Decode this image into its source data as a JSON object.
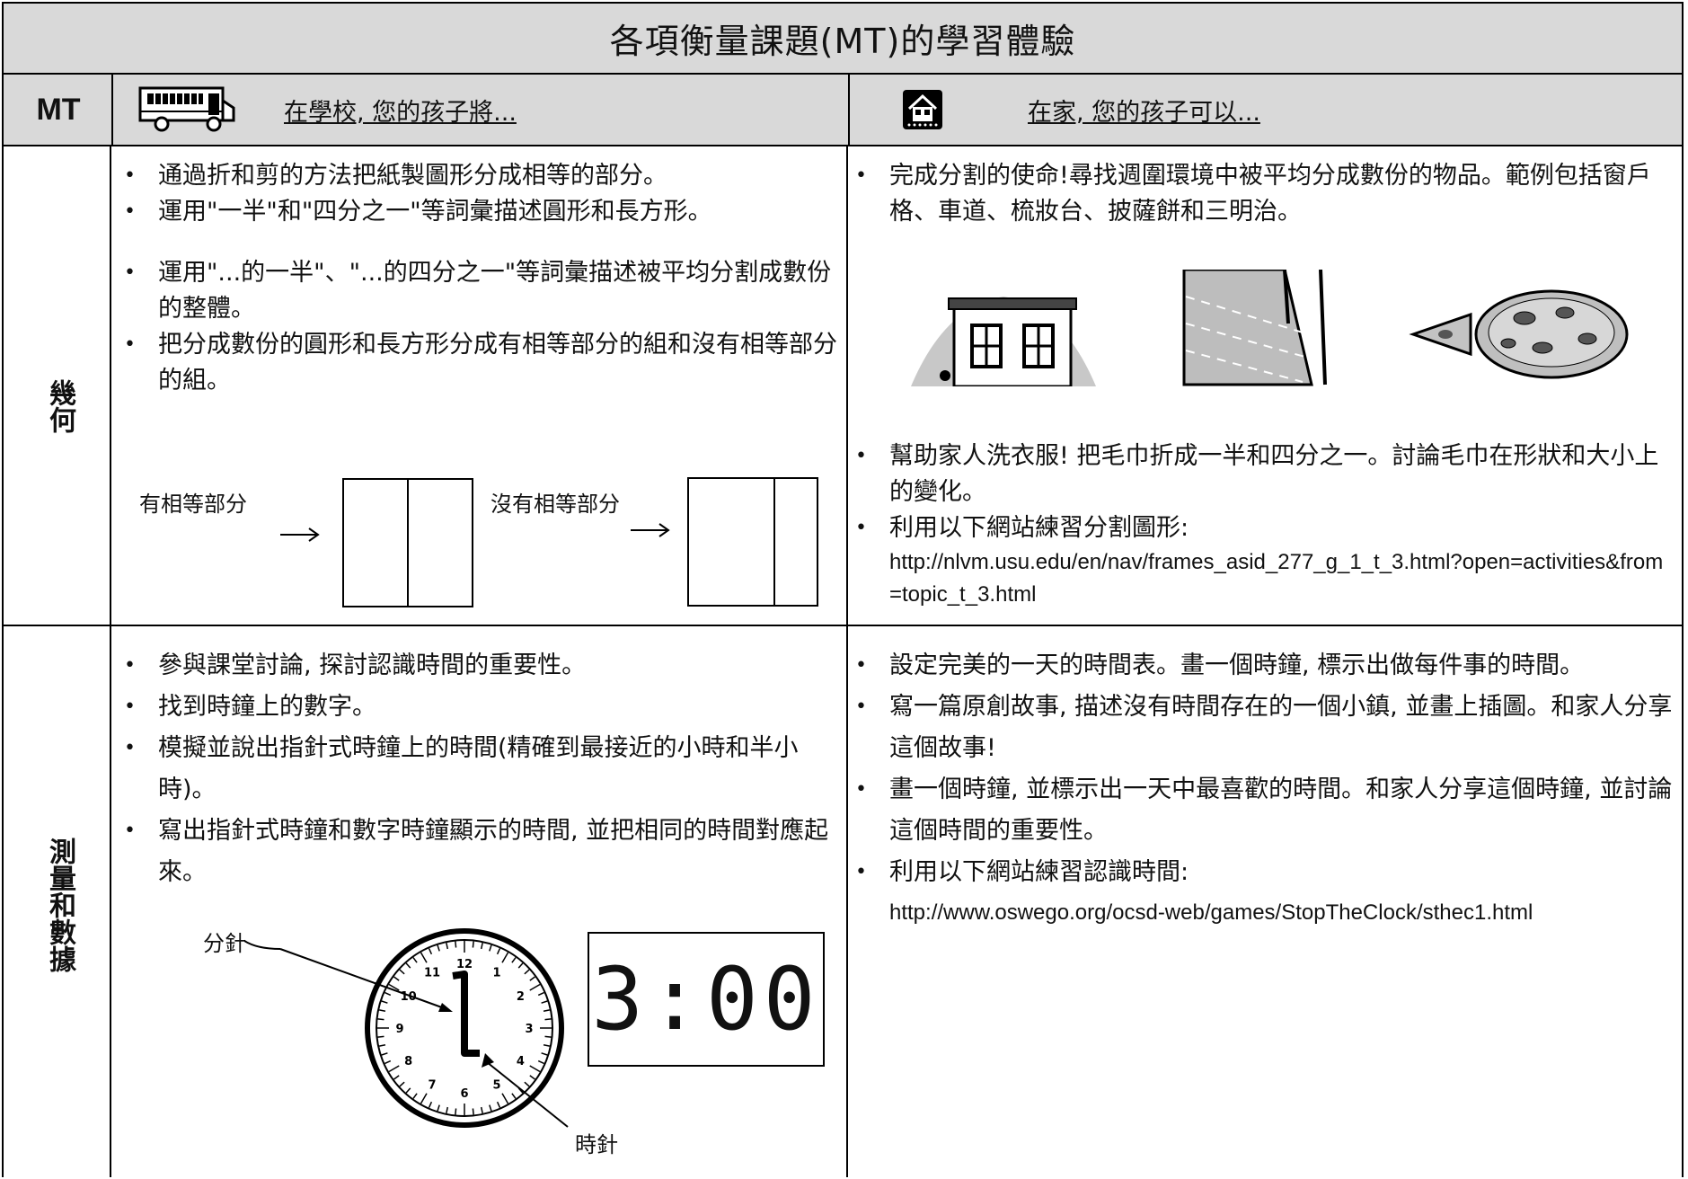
{
  "title": "各項衡量課題(MT)的學習體驗",
  "header": {
    "mt_label": "MT",
    "school_label": "在學校, 您的孩子將...",
    "home_label": "在家, 您的孩子可以...",
    "school_icon": "school-bus-icon",
    "home_icon": "house-icon"
  },
  "rows": [
    {
      "topic": "幾何",
      "school_items": [
        "通過折和剪的方法把紙製圖形分成相等的部分。",
        "運用\"一半\"和\"四分之一\"等詞彙描述圓形和長方形。",
        "運用\"...的一半\"、\"...的四分之一\"等詞彙描述被平均分割成數份的整體。",
        "把分成數份的圓形和長方形分成有相等部分的組和沒有相等部分的組。"
      ],
      "equal_label": "有相等部分",
      "unequal_label": "沒有相等部分",
      "home_items_top": [
        "完成分割的使命!尋找週圍環境中被平均分成數份的物品。範例包括窗戶格、車道、梳妝台、披薩餅和三明治。"
      ],
      "home_items_bottom": [
        "幫助家人洗衣服! 把毛巾折成一半和四分之一。討論毛巾在形狀和大小上的變化。",
        "利用以下網站練習分割圖形:"
      ],
      "home_url": "http://nlvm.usu.edu/en/nav/frames_asid_277_g_1_t_3.html?open=activities&from=topic_t_3.html"
    },
    {
      "topic": "測量和數據",
      "school_items": [
        "參與課堂討論, 探討認識時間的重要性。",
        "找到時鐘上的數字。",
        "模擬並說出指針式時鐘上的時間(精確到最接近的小時和半小時)。",
        "寫出指針式時鐘和數字時鐘顯示的時間, 並把相同的時間對應起來。"
      ],
      "minute_hand_label": "分針",
      "hour_hand_label": "時針",
      "digital_time": "3:00",
      "home_items": [
        "設定完美的一天的時間表。畫一個時鐘, 標示出做每件事的時間。",
        "寫一篇原創故事, 描述沒有時間存在的一個小鎮, 並畫上插圖。和家人分享這個故事!",
        "畫一個時鐘, 並標示出一天中最喜歡的時間。和家人分享這個時鐘, 並討論這個時間的重要性。",
        "利用以下網站練習認識時間:"
      ],
      "home_url": "http://www.oswego.org/ocsd-web/games/StopTheClock/sthec1.html"
    }
  ],
  "clock_numbers": [
    "12",
    "1",
    "2",
    "3",
    "4",
    "5",
    "6",
    "7",
    "8",
    "9",
    "10",
    "11"
  ]
}
